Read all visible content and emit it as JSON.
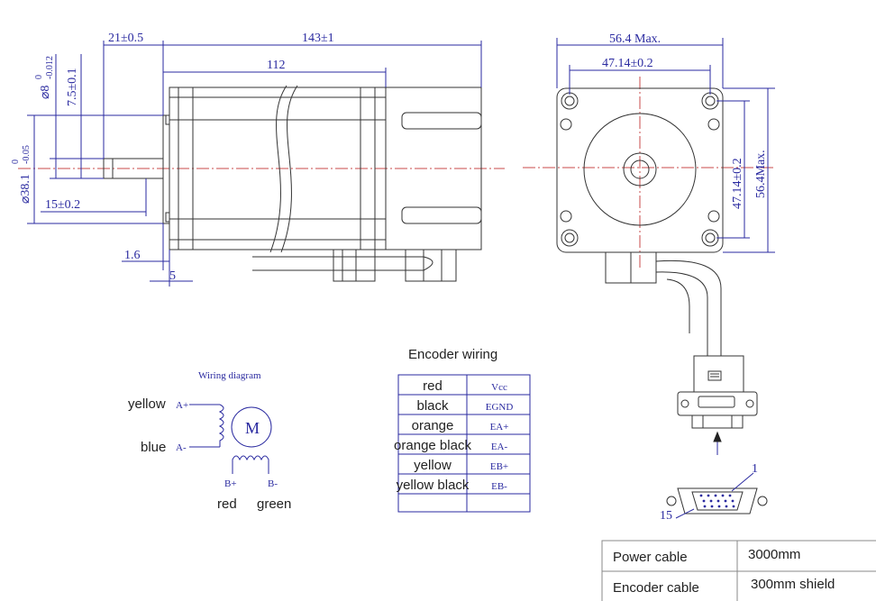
{
  "side_view": {
    "dim_shaft_len": "21±0.5",
    "dim_total_len": "143±1",
    "dim_body_len": "112",
    "dim_shaft_dia": "⌀8",
    "dim_shaft_dia_tol_top": "0",
    "dim_shaft_dia_tol_bottom": "-0.012",
    "dim_key_height": "7.5±0.1",
    "dim_pilot_dia": "⌀38.1",
    "dim_pilot_tol_top": "0",
    "dim_pilot_tol_bottom": "-0.05",
    "dim_flat_len": "15±0.2",
    "dim_pilot_depth": "1.6",
    "dim_flange_thk": "5"
  },
  "front_view": {
    "dim_max_width": "56.4 Max.",
    "dim_hole_spacing_h": "47.14±0.2",
    "dim_hole_spacing_v": "47.14±0.2",
    "dim_max_height": "56.4Max."
  },
  "wiring": {
    "title": "Wiring diagram",
    "motor_symbol": "M",
    "a_plus_color": "yellow",
    "a_plus": "A+",
    "a_minus_color": "blue",
    "a_minus": "A-",
    "b_plus": "B+",
    "b_minus": "B-",
    "b_plus_color": "red",
    "b_minus_color": "green"
  },
  "encoder": {
    "title": "Encoder wiring",
    "rows": [
      {
        "color": "red",
        "signal": "Vcc"
      },
      {
        "color": "black",
        "signal": "EGND"
      },
      {
        "color": "orange",
        "signal": "EA+"
      },
      {
        "color": "orange black",
        "signal": "EA-"
      },
      {
        "color": "yellow",
        "signal": "EB+"
      },
      {
        "color": "yellow black",
        "signal": "EB-"
      }
    ],
    "pin_first": "1",
    "pin_last": "15"
  },
  "cables": {
    "rows": [
      {
        "name": "Power cable",
        "value": "3000mm"
      },
      {
        "name": "Encoder cable",
        "value": "300mm shield"
      }
    ]
  }
}
